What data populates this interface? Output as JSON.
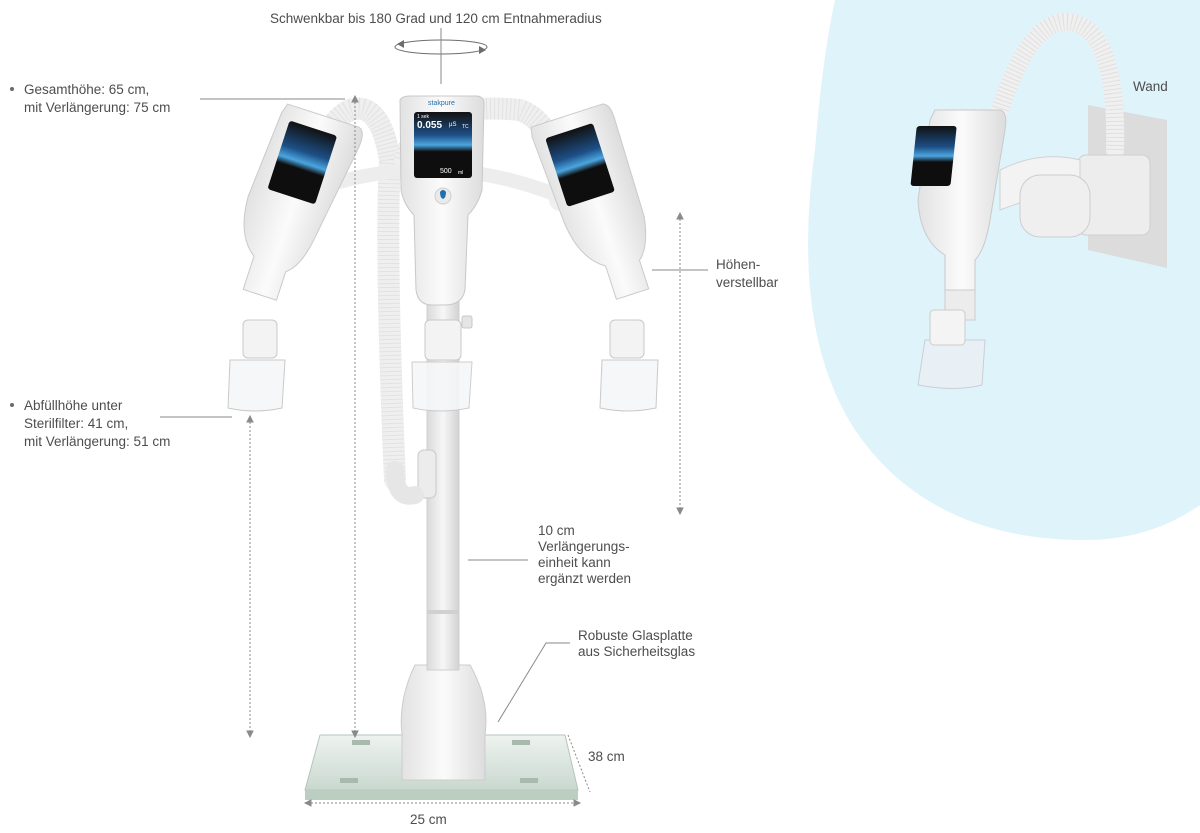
{
  "annotations": {
    "rotation": "Schwenkbar bis 180 Grad und 120 cm Entnahmeradius",
    "total_height": [
      "Gesamthöhe: 65 cm,",
      "mit Verlängerung: 75 cm"
    ],
    "fill_height": [
      "Abfüllhöhe unter",
      "Sterilfilter: 41 cm,",
      "mit Verlängerung: 51 cm"
    ],
    "height_adjustable": [
      "Höhen-",
      "verstellbar"
    ],
    "extension": [
      "10 cm",
      "Verlängerungs-",
      "einheit kann",
      "ergänzt werden"
    ],
    "glass_plate": [
      "Robuste Glasplatte",
      "aus Sicherheitsglas"
    ],
    "depth": "38 cm",
    "width": "25 cm",
    "wall": "Wand"
  },
  "device_display": {
    "brand": "stakpure",
    "mode": "1 sek",
    "reading": "0.055",
    "unit": "µS",
    "tc": "TC",
    "volume": "500",
    "volume_unit": "ml"
  },
  "colors": {
    "wall_panel_bg": "#dff3fb",
    "device_white": "#f2f2f2",
    "screen_blue": "#1e6fb0",
    "glass": "#d7e4dd"
  }
}
